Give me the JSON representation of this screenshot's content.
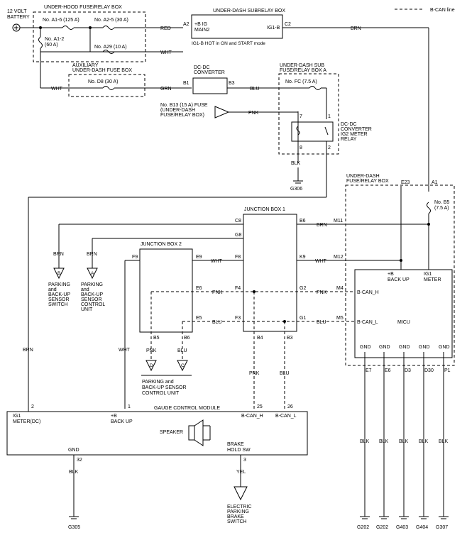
{
  "legend": {
    "b_can": "B-CAN line"
  },
  "battery": {
    "line1": "12 VOLT",
    "line2": "BATTERY"
  },
  "under_hood_box": {
    "title": "UNDER-HOOD FUSE/RELAY BOX",
    "fuse_a16": "No. A1-6 (125 A)",
    "fuse_a25": "No. A2-5 (30 A)",
    "fuse_a29": "No. A29 (10 A)",
    "fuse_a12_l1": "No. A1-2",
    "fuse_a12_l2": "(60 A)"
  },
  "subrelay_box": {
    "title": "UNDER-DASH SUBRELAY BOX",
    "t1": "+B IG",
    "t2": "MAIN2",
    "ig1b": "IG1-B",
    "note": "IG1-B HOT in ON and START mode",
    "a2": "A2",
    "c2": "C2"
  },
  "aux_box": {
    "title1": "AUXILIARY",
    "title2": "UNDER-DASH FUSE BOX",
    "fuse": "No. D8 (30 A)"
  },
  "dcdc": {
    "t1": "DC-DC",
    "t2": "CONVERTER",
    "b1": "B1",
    "b3": "B3"
  },
  "sub_box_a": {
    "t1": "UNDER-DASH SUB",
    "t2": "FUSE/RELAY BOX A",
    "fuse": "No. FC (7.5 A)",
    "r1": "DC-DC",
    "r2": "CONVERTER",
    "r3": "IG2 METER",
    "r4": "RELAY",
    "p7": "7",
    "p1": "1",
    "p8": "8",
    "p2": "2"
  },
  "fuse_b13": {
    "l1": "No. B13 (15 A) FUSE",
    "l2": "(UNDER-DASH",
    "l3": "FUSE/RELAY BOX)"
  },
  "wires": {
    "red": "RED",
    "brn": "BRN",
    "wht": "WHT",
    "grn": "GRN",
    "blu": "BLU",
    "pnk": "PNK",
    "blk": "BLK",
    "yel": "YEL"
  },
  "grounds": {
    "g306": "G306",
    "g305": "G305",
    "g202a": "G202",
    "g202b": "G202",
    "g403": "G403",
    "g404": "G404",
    "g307": "G307"
  },
  "udfrb": {
    "t1": "UNDER-DASH",
    "t2": "FUSE/RELAY BOX",
    "e23": "E23",
    "a1": "A1",
    "fuse_l1": "No. B5",
    "fuse_l2": "(7.5 A)"
  },
  "jb1": {
    "title": "JUNCTION BOX 1",
    "c8": "C8",
    "g8": "G8",
    "f8": "F8",
    "f4": "F4",
    "f3": "F3",
    "b4": "B4",
    "b3": "B3",
    "b6": "B6",
    "k9": "K9",
    "g2": "G2",
    "g1": "G1",
    "m11": "M11",
    "m12": "M12",
    "m4": "M4",
    "m5": "M5"
  },
  "jb2": {
    "title": "JUNCTION BOX 2",
    "f9": "F9",
    "e9": "E9",
    "e6": "E6",
    "e5": "E5",
    "b5": "B5",
    "b6": "B6"
  },
  "connectors": {
    "b": "B",
    "a": "A",
    "d": "D",
    "c": "C"
  },
  "pbs_switch": {
    "l1": "PARKING",
    "l2": "and",
    "l3": "BACK-UP",
    "l4": "SENSOR",
    "l5": "SWITCH"
  },
  "pbs_unit": {
    "l1": "PARKING",
    "l2": "and",
    "l3": "BACK-UP",
    "l4": "SENSOR",
    "l5": "CONTROL",
    "l6": "UNIT"
  },
  "pbs_unit2": {
    "l1": "PARKING and",
    "l2": "BACK-UP SENSOR",
    "l3": "CONTROL UNIT"
  },
  "micu": {
    "name": "MICU",
    "bup_l1": "+B",
    "bup_l2": "BACK UP",
    "ig1_l1": "IG1",
    "ig1_l2": "METER",
    "canh": "B-CAN_H",
    "canl": "B-CAN_L",
    "gnd": "GND",
    "e7": "E7",
    "e6": "E6",
    "d3": "D3",
    "d30": "D30",
    "p1": "P1"
  },
  "gcm": {
    "title": "GAUGE CONTROL MODULE",
    "ig1_l1": "IG1",
    "ig1_l2": "METER(DC)",
    "bup_l1": "+B",
    "bup_l2": "BACK UP",
    "canh": "B-CAN_H",
    "canl": "B-CAN_L",
    "speaker": "SPEAKER",
    "gnd": "GND",
    "brake_l1": "BRAKE",
    "brake_l2": "HOLD SW",
    "p2": "2",
    "p1": "1",
    "p25": "25",
    "p26": "26",
    "p32": "32",
    "p3": "3"
  },
  "epb": {
    "l1": "ELECTRIC",
    "l2": "PARKING",
    "l3": "BRAKE",
    "l4": "SWITCH"
  }
}
